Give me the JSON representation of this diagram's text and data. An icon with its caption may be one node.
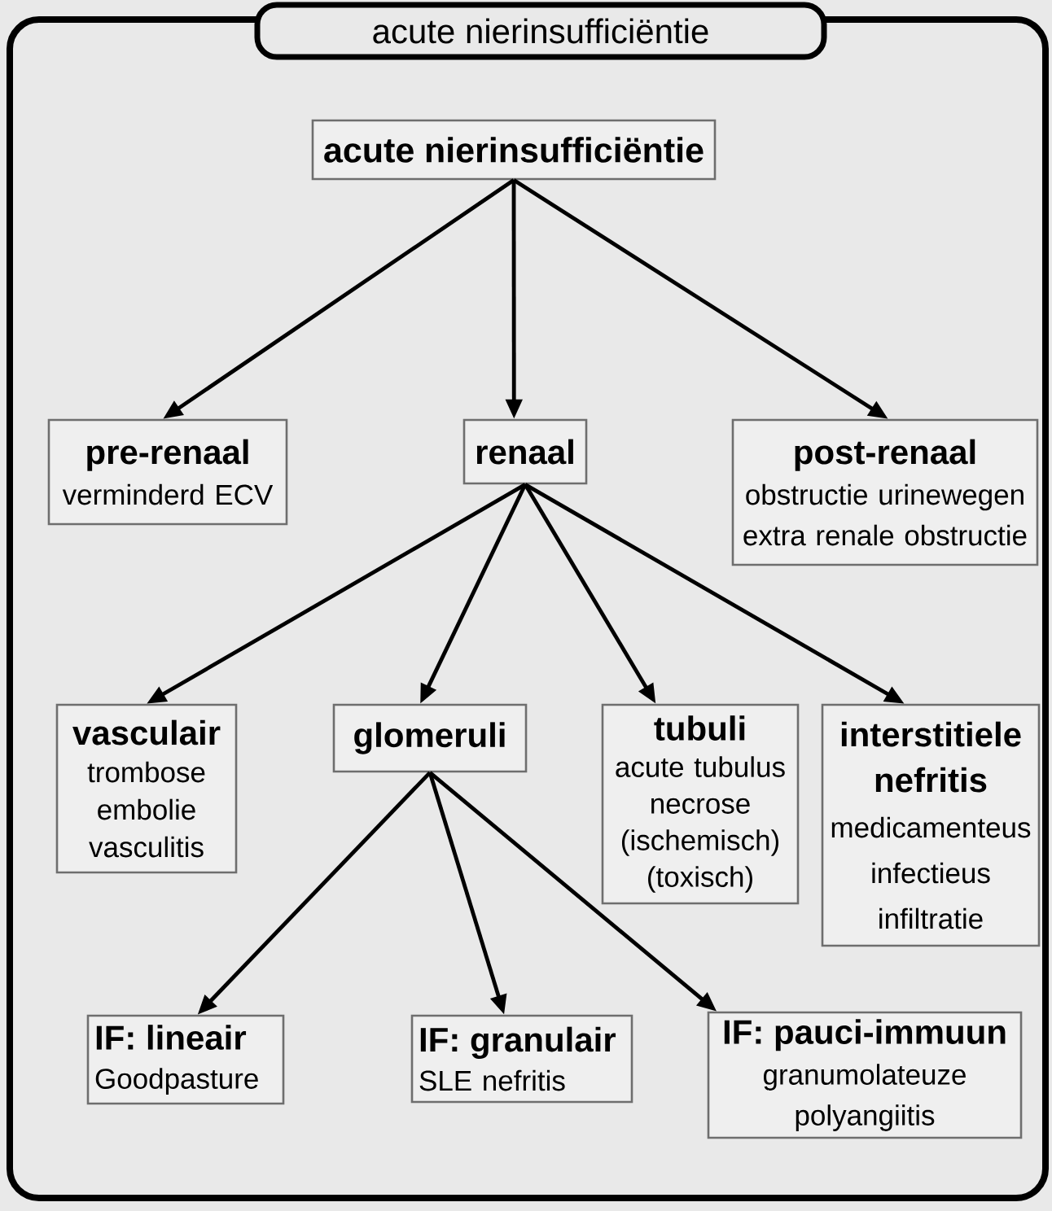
{
  "diagram": {
    "title": "acute nierinsufficiëntie",
    "nodes": [
      {
        "text": [
          "acute nierinsufficiëntie"
        ]
      },
      {
        "text": [
          "pre-renaal",
          "verminderd ECV"
        ]
      },
      {
        "text": [
          "renaal"
        ]
      },
      {
        "text": [
          "post-renaal",
          "obstructie urinewegen",
          "extra renale obstructie"
        ]
      },
      {
        "text": [
          "vasculair",
          "trombose",
          "embolie",
          "vasculitis"
        ]
      },
      {
        "text": [
          "glomeruli"
        ]
      },
      {
        "text": [
          "tubuli",
          "acute tubulus necrose",
          "(ischemisch)",
          "(toxisch)"
        ]
      },
      {
        "text": [
          "interstitiele nefritis",
          "medicamenteus",
          "infectieus",
          "infiltratie"
        ]
      },
      {
        "text": [
          "IF: lineair",
          "Goodpasture"
        ]
      },
      {
        "text": [
          "IF: granulair",
          "SLE nefritis"
        ]
      },
      {
        "text": [
          "IF: pauci-immuun",
          "granumolateuze polyangiitis"
        ]
      }
    ],
    "edges": [
      {
        "from": 0,
        "to": 1,
        "arrow": "to"
      },
      {
        "from": 0,
        "to": 2,
        "arrow": "to"
      },
      {
        "from": 0,
        "to": 3,
        "arrow": "to"
      },
      {
        "from": 2,
        "to": 4,
        "arrow": "to"
      },
      {
        "from": 2,
        "to": 5,
        "arrow": "to"
      },
      {
        "from": 2,
        "to": 6,
        "arrow": "to"
      },
      {
        "from": 2,
        "to": 7,
        "arrow": "to"
      },
      {
        "from": 5,
        "to": 8,
        "arrow": "to"
      },
      {
        "from": 5,
        "to": 9,
        "arrow": "to"
      },
      {
        "from": 5,
        "to": 10,
        "arrow": "to"
      }
    ]
  }
}
